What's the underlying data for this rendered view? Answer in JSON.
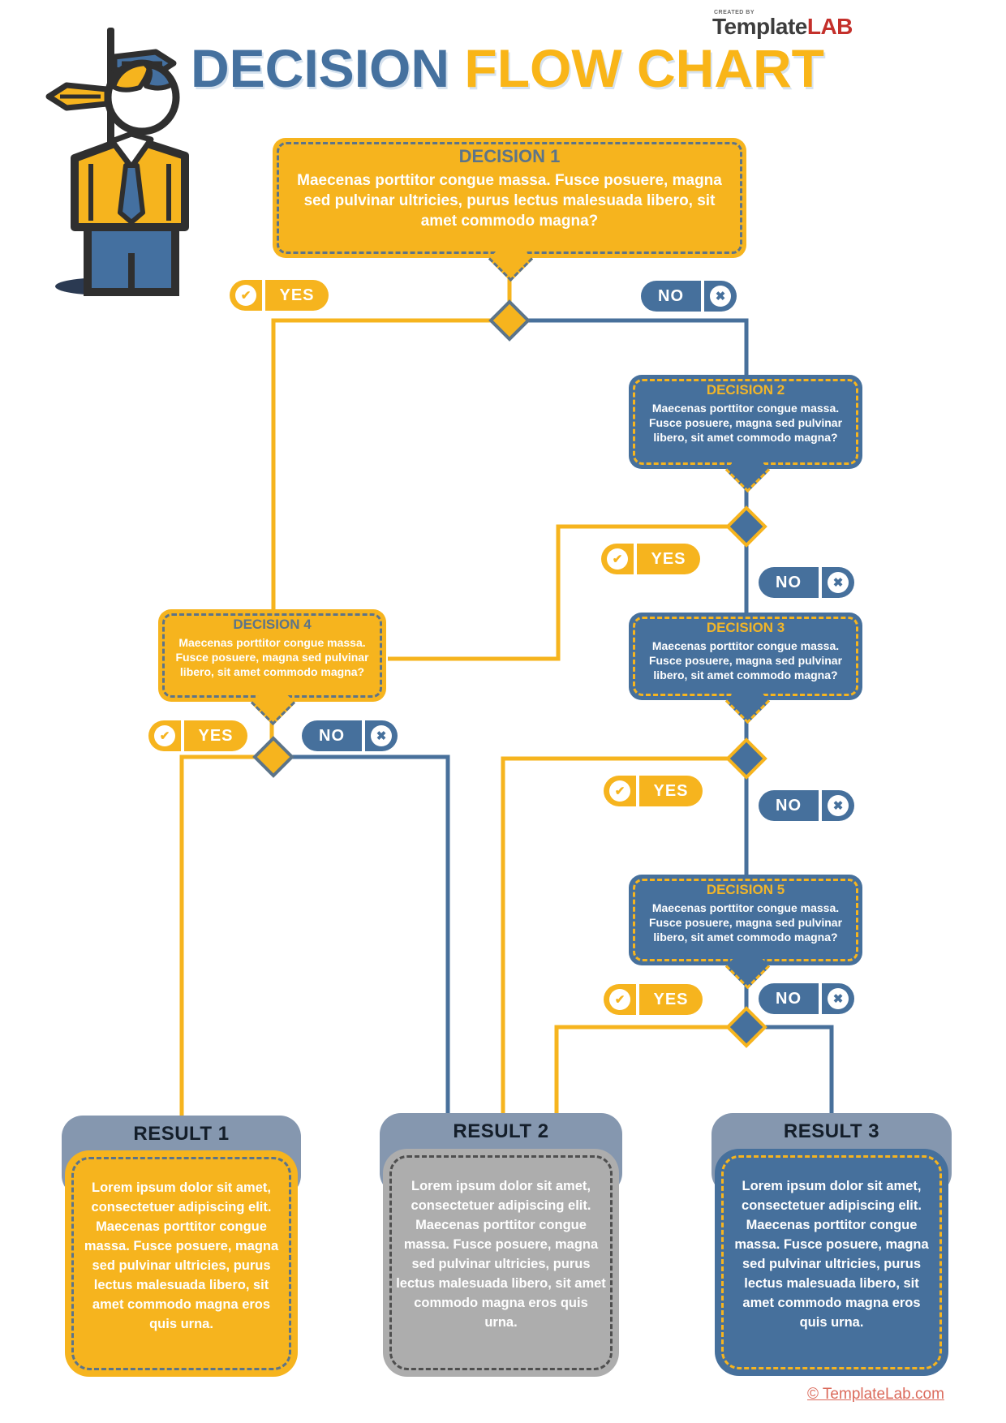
{
  "header": {
    "created_by": "CREATED BY",
    "logo_part1": "Template",
    "logo_part2": "LAB",
    "title_part1": "DECISION ",
    "title_part2": "FLOW CHART"
  },
  "labels": {
    "yes": "YES",
    "no": "NO",
    "check_glyph": "✔",
    "x_glyph": "✖"
  },
  "decisions": [
    {
      "title": "DECISION 1",
      "body": "Maecenas porttitor congue massa. Fusce posuere, magna sed pulvinar ultricies, purus lectus malesuada libero, sit amet commodo magna?"
    },
    {
      "title": "DECISION 2",
      "body": "Maecenas porttitor congue massa. Fusce posuere, magna sed pulvinar libero, sit amet commodo magna?"
    },
    {
      "title": "DECISION 3",
      "body": "Maecenas porttitor congue massa. Fusce posuere, magna sed pulvinar libero, sit amet commodo magna?"
    },
    {
      "title": "DECISION 4",
      "body": "Maecenas porttitor congue massa. Fusce posuere, magna sed pulvinar libero, sit amet commodo magna?"
    },
    {
      "title": "DECISION 5",
      "body": "Maecenas porttitor congue massa. Fusce posuere, magna sed pulvinar libero, sit amet commodo magna?"
    }
  ],
  "results": [
    {
      "title": "RESULT 1",
      "body": "Lorem ipsum dolor sit amet, consectetuer adipiscing elit. Maecenas porttitor congue massa. Fusce posuere, magna sed pulvinar ultricies, purus lectus malesuada libero, sit amet commodo magna eros quis urna."
    },
    {
      "title": "RESULT 2",
      "body": "Lorem ipsum dolor sit amet, consectetuer adipiscing elit. Maecenas porttitor congue massa. Fusce posuere, magna sed pulvinar ultricies, purus lectus malesuada libero, sit amet commodo magna eros quis urna."
    },
    {
      "title": "RESULT 3",
      "body": "Lorem ipsum dolor sit amet, consectetuer adipiscing elit. Maecenas porttitor congue massa. Fusce posuere, magna sed pulvinar ultricies, purus lectus malesuada libero, sit amet commodo magna eros quis urna."
    }
  ],
  "footer": {
    "credit": "© TemplateLab.com"
  },
  "colors": {
    "yellow": "#f6b41e",
    "blue_box": "#46709c",
    "blue_line": "#48709b",
    "slate_dash": "#5c7489",
    "slab_header": "#8597af",
    "gray_result": "#adadad",
    "gray_dash": "#4f4f4f",
    "title_blue": "#45719f",
    "title_yellow": "#f9b518",
    "logo_dark": "#3d3d3d",
    "logo_red": "#c4302b",
    "footer_red": "#db6a5b",
    "result_title_text": "#141e2a"
  }
}
